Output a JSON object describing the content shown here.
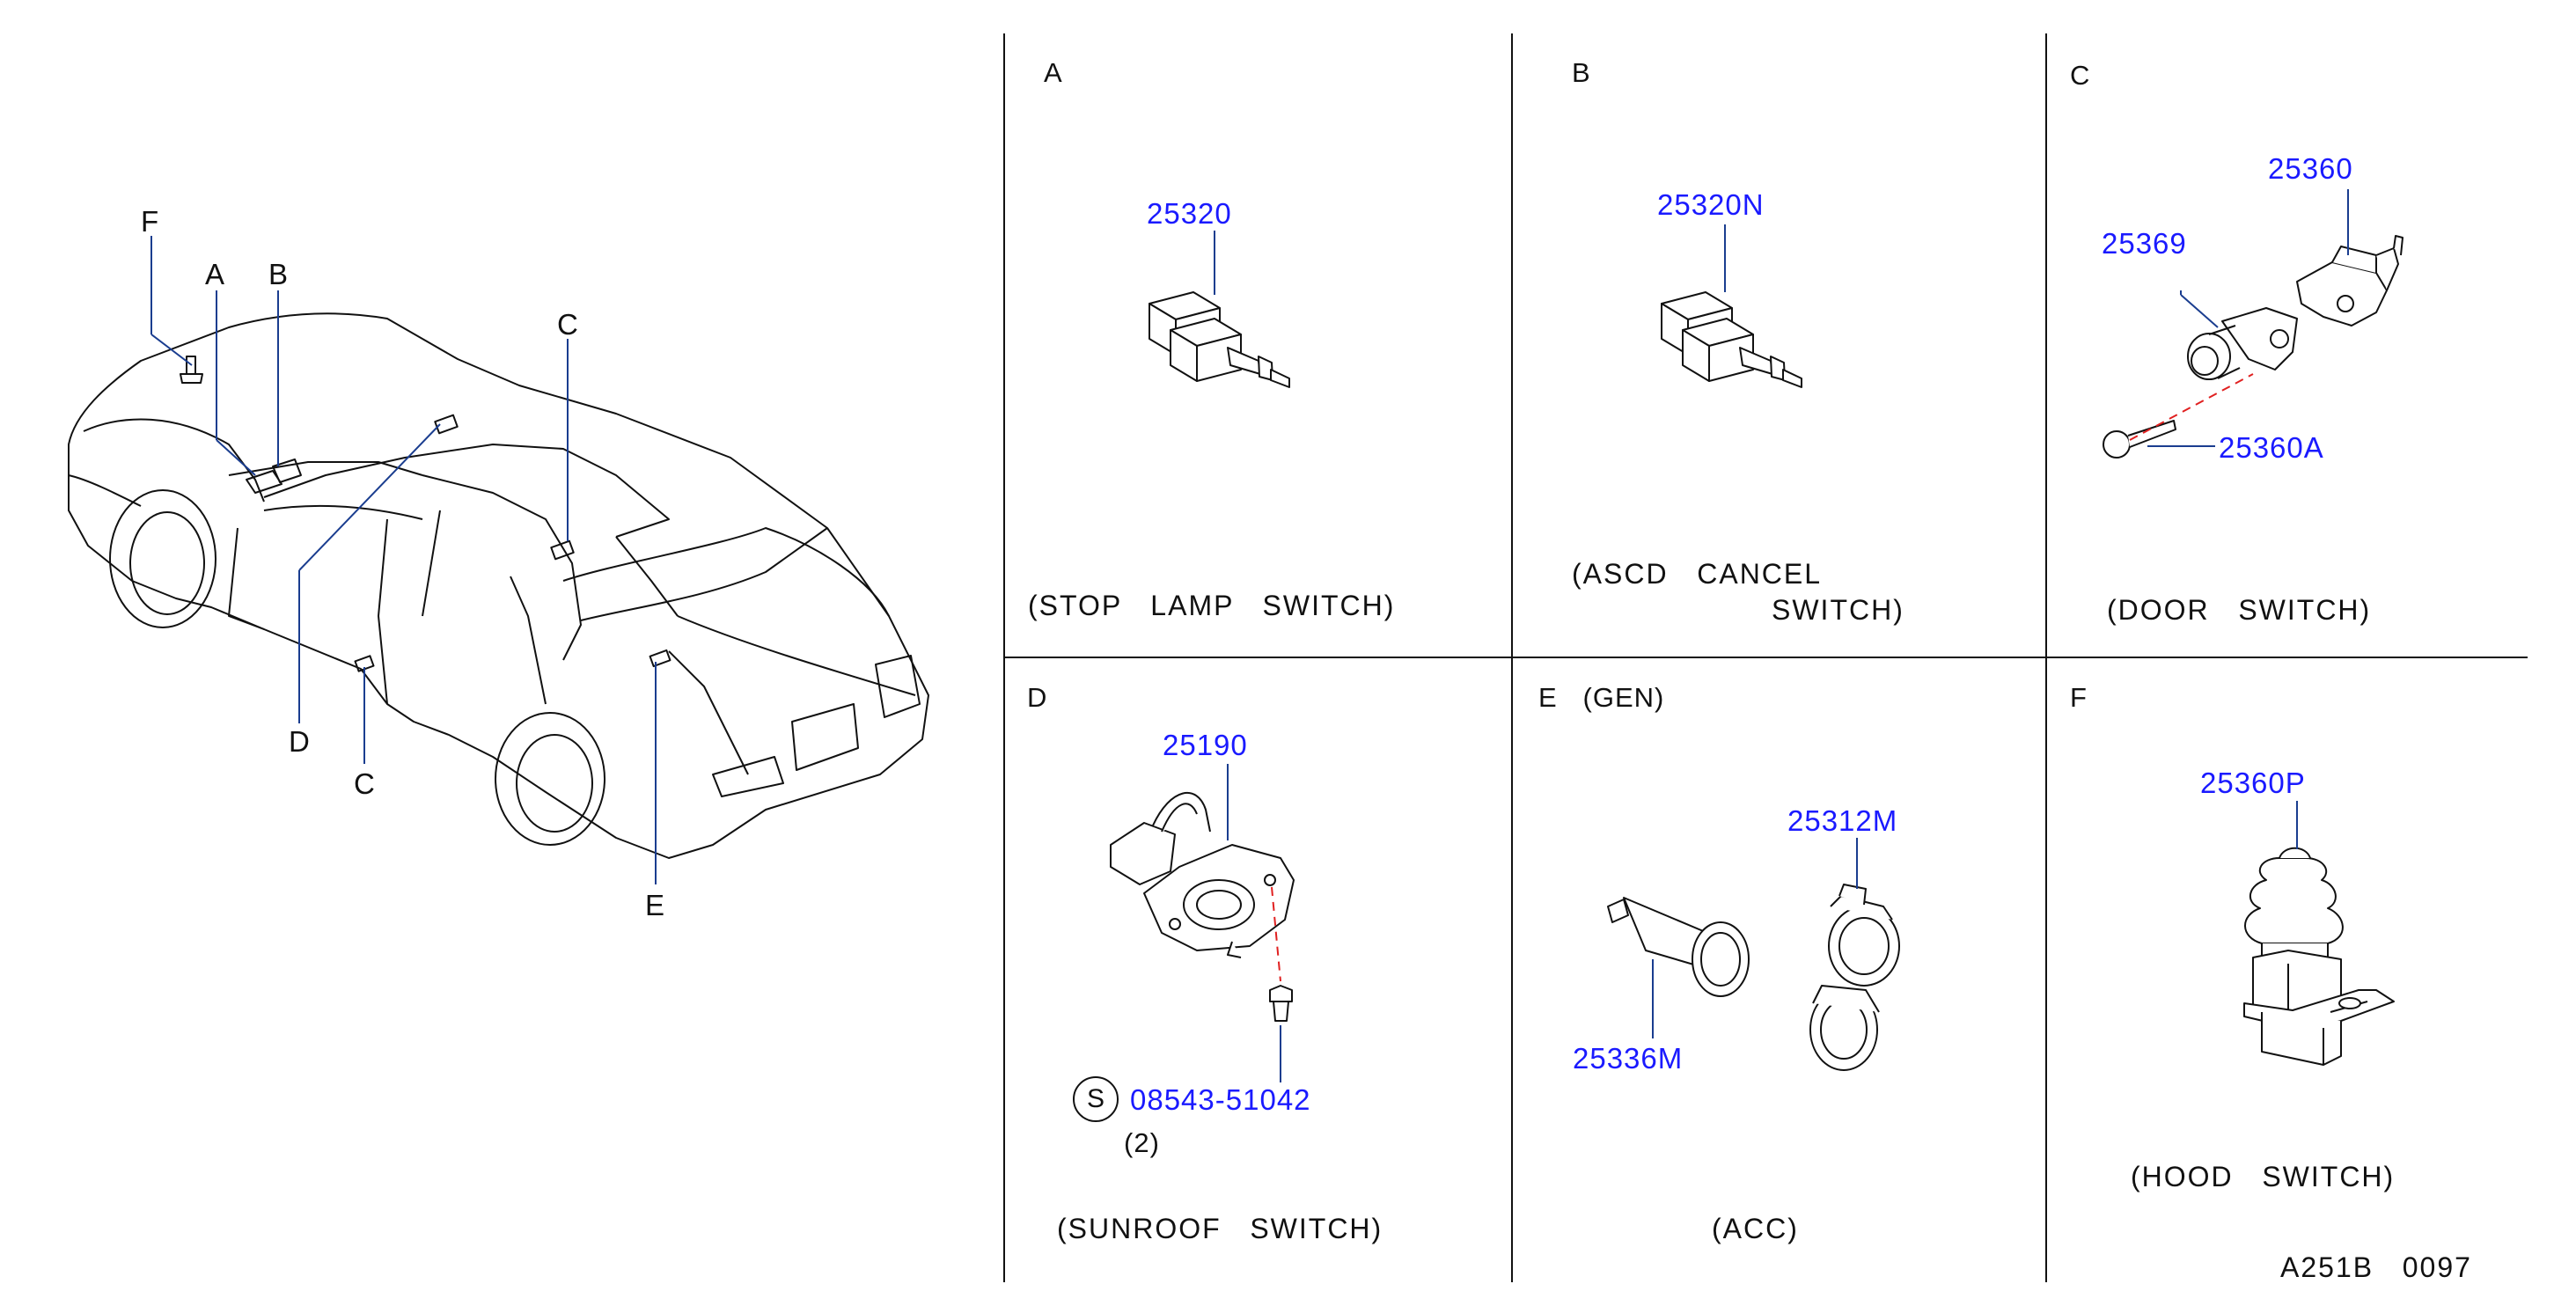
{
  "car": {
    "callouts": {
      "F": "F",
      "A": "A",
      "B": "B",
      "C_top": "C",
      "D": "D",
      "C_bottom": "C",
      "E": "E"
    }
  },
  "panels": {
    "A": {
      "letter": "A",
      "part": "25320",
      "caption": "(STOP   LAMP   SWITCH)"
    },
    "B": {
      "letter": "B",
      "part": "25320N",
      "caption_line1": "(ASCD   CANCEL",
      "caption_line2": "SWITCH)"
    },
    "C": {
      "letter": "C",
      "parts": [
        "25360",
        "25369",
        "25360A"
      ],
      "caption": "(DOOR   SWITCH)"
    },
    "D": {
      "letter": "D",
      "parts": [
        "25190",
        "08543-51042"
      ],
      "symbol": "S",
      "qty": "(2)",
      "caption": "(SUNROOF   SWITCH)"
    },
    "E": {
      "letter": "E   (GEN)",
      "parts": [
        "25312M",
        "25336M"
      ],
      "caption": "(ACC)"
    },
    "F": {
      "letter": "F",
      "part": "25360P",
      "caption": "(HOOD   SWITCH)"
    }
  },
  "reference": "A251B   0097",
  "colors": {
    "part_number": "#1a1aff",
    "leader": "#1a3d8f",
    "line": "#111111",
    "dash": "#e02020"
  }
}
